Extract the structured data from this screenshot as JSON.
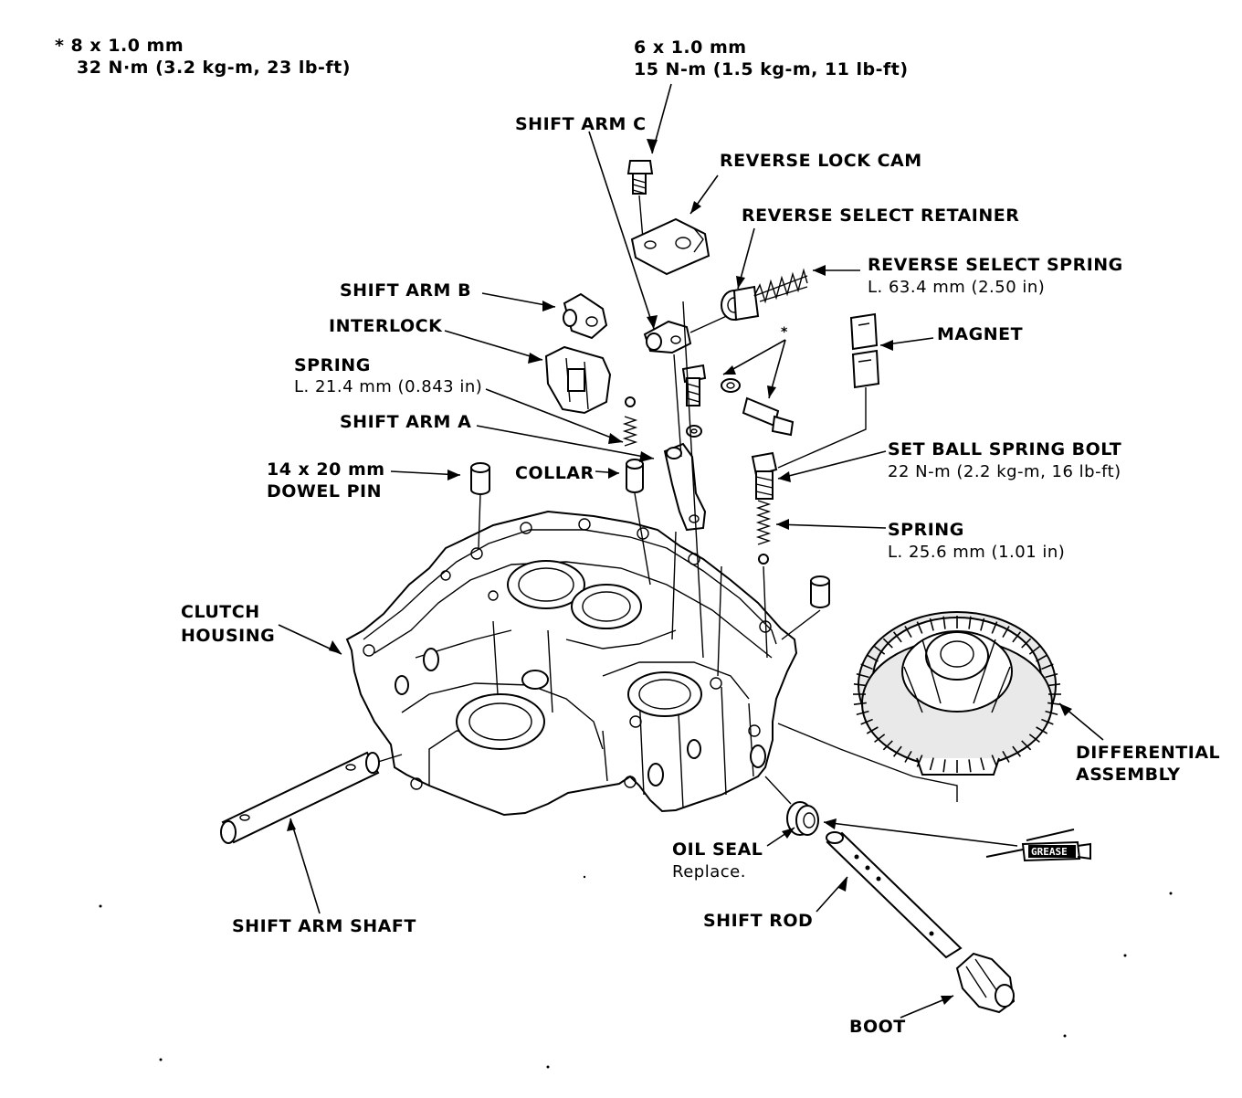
{
  "labels": {
    "bolt8_line1": "* 8 x 1.0 mm",
    "bolt8_line2": "32 N·m (3.2 kg-m, 23 lb-ft)",
    "bolt6_line1": "6 x 1.0 mm",
    "bolt6_line2": "15 N-m (1.5 kg-m, 11 lb-ft)",
    "shift_arm_c": "SHIFT ARM C",
    "reverse_lock_cam": "REVERSE LOCK CAM",
    "reverse_select_retainer": "REVERSE SELECT RETAINER",
    "reverse_select_spring": "REVERSE SELECT SPRING",
    "reverse_select_spring_len": "L. 63.4 mm (2.50 in)",
    "shift_arm_b": "SHIFT ARM B",
    "interlock": "INTERLOCK",
    "magnet": "MAGNET",
    "spring": "SPRING",
    "spring_len": "L. 21.4 mm (0.843 in)",
    "asterisk": "*",
    "shift_arm_a": "SHIFT ARM A",
    "set_ball_spring_bolt": "SET BALL SPRING BOLT",
    "set_ball_spring_bolt_torque": "22 N-m (2.2 kg-m, 16 lb-ft)",
    "dowel_size": "14 x 20 mm",
    "dowel_pin": "DOWEL PIN",
    "collar": "COLLAR",
    "spring2": "SPRING",
    "spring2_len": "L. 25.6 mm (1.01 in)",
    "clutch_housing_1": "CLUTCH",
    "clutch_housing_2": "HOUSING",
    "differential_1": "DIFFERENTIAL",
    "differential_2": "ASSEMBLY",
    "oil_seal": "OIL SEAL",
    "oil_seal_note": "Replace.",
    "grease": "GREASE",
    "shift_rod": "SHIFT ROD",
    "shift_arm_shaft": "SHIFT ARM SHAFT",
    "boot": "BOOT"
  }
}
